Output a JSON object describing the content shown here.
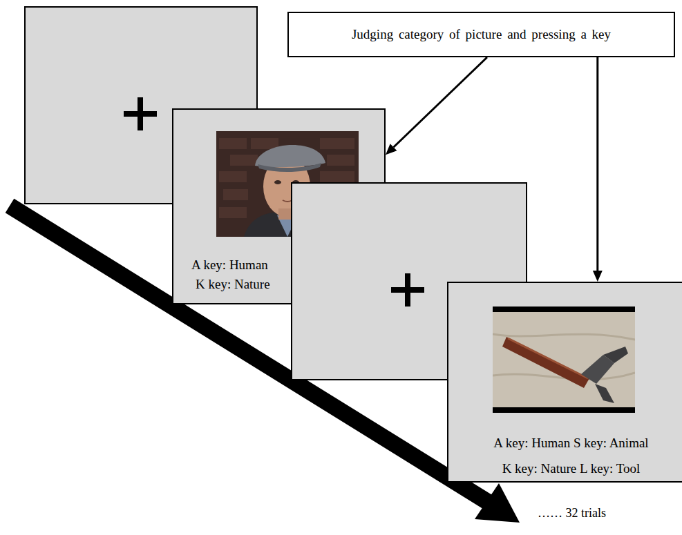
{
  "diagram": {
    "nodes": [
      {
        "text": [
          "Judging category of picture and pressing a key"
        ]
      },
      {
        "text": [
          "A key: Human",
          "K key: Nature"
        ]
      },
      {
        "text": [
          "A key: Human S key: Animal",
          "K key: Nature L key: Tool"
        ]
      }
    ],
    "edges": [
      {
        "from": 0,
        "to": 1,
        "arrow": "to"
      },
      {
        "from": 0,
        "to": 2,
        "arrow": "to"
      }
    ],
    "labels": [
      "…… 32 trials"
    ]
  }
}
